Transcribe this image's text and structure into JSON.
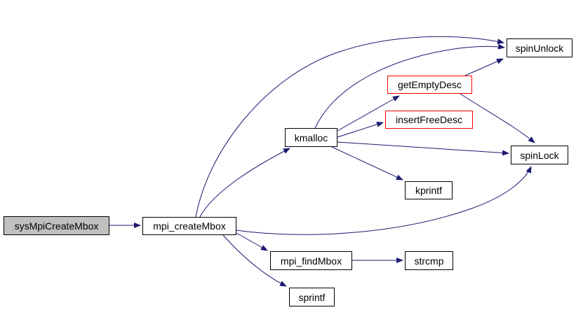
{
  "diagram": {
    "type": "call-graph",
    "colors": {
      "background": "#ffffff",
      "edge": "#191970",
      "node_border": "#000000",
      "highlight_border": "#ff0000",
      "node_fill": "#ffffff",
      "root_fill": "#c0c0c0"
    },
    "nodes": {
      "sysMpiCreateMbox": {
        "label": "sysMpiCreateMbox",
        "style": "root"
      },
      "mpi_createMbox": {
        "label": "mpi_createMbox",
        "style": "normal"
      },
      "kmalloc": {
        "label": "kmalloc",
        "style": "normal"
      },
      "getEmptyDesc": {
        "label": "getEmptyDesc",
        "style": "highlight"
      },
      "insertFreeDesc": {
        "label": "insertFreeDesc",
        "style": "highlight"
      },
      "spinUnlock": {
        "label": "spinUnlock",
        "style": "normal"
      },
      "spinLock": {
        "label": "spinLock",
        "style": "normal"
      },
      "kprintf": {
        "label": "kprintf",
        "style": "normal"
      },
      "mpi_findMbox": {
        "label": "mpi_findMbox",
        "style": "normal"
      },
      "strcmp": {
        "label": "strcmp",
        "style": "normal"
      },
      "sprintf": {
        "label": "sprintf",
        "style": "normal"
      }
    },
    "edges": [
      {
        "from": "sysMpiCreateMbox",
        "to": "mpi_createMbox"
      },
      {
        "from": "mpi_createMbox",
        "to": "kmalloc"
      },
      {
        "from": "mpi_createMbox",
        "to": "spinUnlock"
      },
      {
        "from": "mpi_createMbox",
        "to": "spinLock"
      },
      {
        "from": "mpi_createMbox",
        "to": "mpi_findMbox"
      },
      {
        "from": "mpi_createMbox",
        "to": "sprintf"
      },
      {
        "from": "kmalloc",
        "to": "getEmptyDesc"
      },
      {
        "from": "kmalloc",
        "to": "insertFreeDesc"
      },
      {
        "from": "kmalloc",
        "to": "spinUnlock"
      },
      {
        "from": "kmalloc",
        "to": "spinLock"
      },
      {
        "from": "kmalloc",
        "to": "kprintf"
      },
      {
        "from": "getEmptyDesc",
        "to": "spinUnlock"
      },
      {
        "from": "getEmptyDesc",
        "to": "spinLock"
      },
      {
        "from": "mpi_findMbox",
        "to": "strcmp"
      }
    ]
  }
}
